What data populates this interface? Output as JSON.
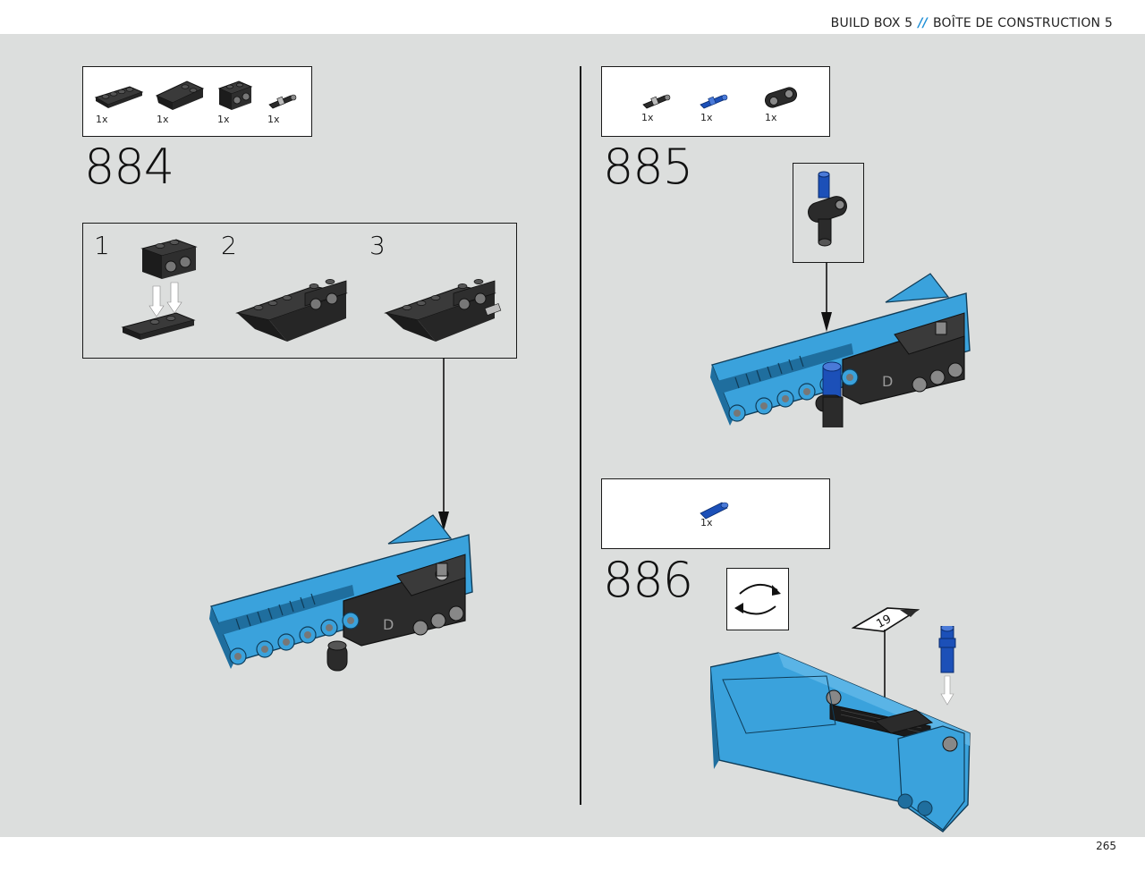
{
  "header": {
    "left": "BUILD BOX 5",
    "separator": "//",
    "right": "BOÎTE DE CONSTRUCTION 5"
  },
  "footer": {
    "page_number": "265"
  },
  "steps": [
    {
      "number": "884",
      "parts": [
        {
          "icon": "plate-1x4-icon",
          "qty": "1x"
        },
        {
          "icon": "inverted-slope-brick-icon",
          "qty": "1x"
        },
        {
          "icon": "technic-brick-1x2-icon",
          "qty": "1x"
        },
        {
          "icon": "axle-pin-icon",
          "qty": "1x"
        }
      ],
      "substeps": [
        "1",
        "2",
        "3"
      ]
    },
    {
      "number": "885",
      "parts": [
        {
          "icon": "black-axle-pin-icon",
          "qty": "1x"
        },
        {
          "icon": "blue-axle-pin-icon",
          "qty": "1x"
        },
        {
          "icon": "technic-beam-connector-icon",
          "qty": "1x"
        }
      ]
    },
    {
      "number": "886",
      "parts": [
        {
          "icon": "blue-pin-icon",
          "qty": "1x"
        }
      ],
      "sticker_number": "19"
    }
  ],
  "colors": {
    "azure": "#3aa2dc",
    "azure_dark": "#1f6e9e",
    "black_part": "#2b2b2b",
    "accent": "#1f8fd6"
  }
}
